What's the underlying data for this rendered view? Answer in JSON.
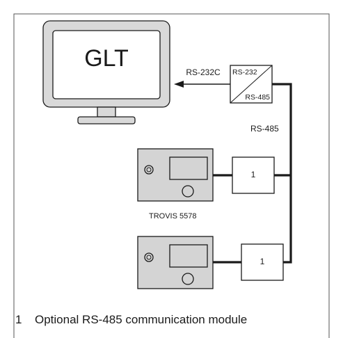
{
  "diagram": {
    "monitor_label": "GLT",
    "serial_label": "RS-232C",
    "converter_top_label": "RS-232",
    "converter_bottom_label": "RS-485",
    "bus_label": "RS-485",
    "module_1_label": "1",
    "module_2_label": "1",
    "device_label": "TROVIS 5578"
  },
  "caption": {
    "number": "1",
    "text": "Optional RS-485 communication module"
  },
  "colors": {
    "device_fill": "#d4d4d4",
    "monitor_fill": "#d9d9d9",
    "line": "#1a1a1a"
  }
}
